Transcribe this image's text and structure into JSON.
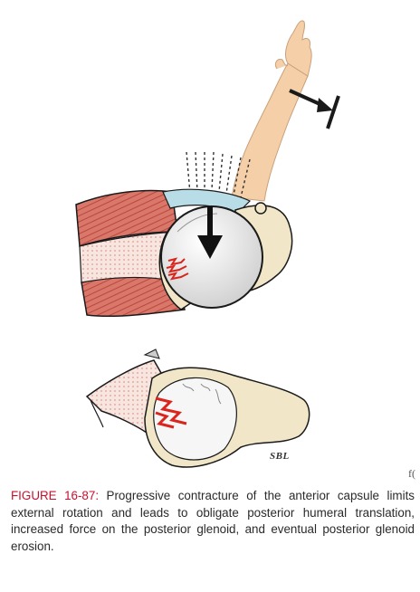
{
  "figure": {
    "artist_signature": "SBL",
    "edge_text": "f(",
    "colors": {
      "muscle": "#d9776a",
      "muscle_stripe": "#b9473c",
      "bone": "#f1e7c8",
      "bone_marrow": "#f6d6cd",
      "humeral_head": "#ececec",
      "capsule": "#b9dde6",
      "skin": "#f5cfa8",
      "arrow_red": "#d8261f",
      "outline": "#1a1a1a"
    },
    "icons": [
      "external-rotation-arrow-icon",
      "posterior-force-arrow-icon",
      "glenoid-erosion-arrows-icon"
    ]
  },
  "caption": {
    "label": "FIGURE 16-87:",
    "text": " Progressive contracture of the anterior capsule limits external rotation and leads to obligate posterior humeral translation, increased force on the posterior glenoid, and eventual posterior glenoid erosion."
  }
}
